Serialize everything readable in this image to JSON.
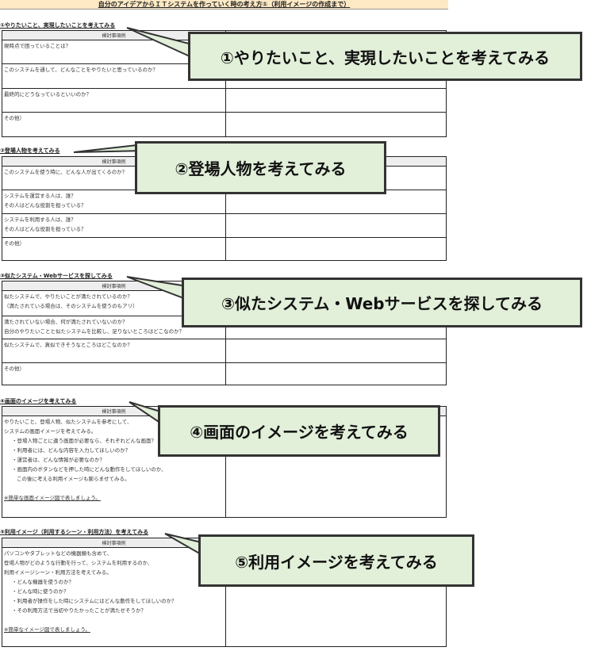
{
  "title": "自分のアイデアからＩＴシステムを作っていく時の考え方①（利用イメージの作成まで）",
  "table_header": "検討事項例",
  "sections": [
    {
      "heading": "①やりたいこと、実現したいことを考えてみる",
      "callout": "①やりたいこと、実現したいことを考えてみる",
      "rows": [
        [
          "現時点で困っていることは？"
        ],
        [
          "このシステムを通して、どんなことをやりたいと思っているのか？"
        ],
        [
          "最終的にどうなっているといいのか？"
        ],
        [
          "その他）"
        ]
      ]
    },
    {
      "heading": "②登場人物を考えてみる",
      "callout": "②登場人物を考えてみる",
      "rows": [
        [
          "このシステムを使う時に、どんな人が出てくるのか？"
        ],
        [
          "システムを運営する人は、誰？",
          "その人はどんな役割を担っている？"
        ],
        [
          "システムを利用する人は、誰？",
          "その人はどんな役割を担っている？"
        ],
        [
          "その他）"
        ]
      ]
    },
    {
      "heading": "③似たシステム・Webサービスを探してみる",
      "callout": "③似たシステム・Webサービスを探してみる",
      "rows": [
        [
          "似たシステムで、やりたいことが満たされているのか？",
          "（満たされている場合は、そのシステムを使うのもアリ）"
        ],
        [
          "満たされていない場合、何が満たされていないのか？",
          "自分のやりたいことと似たシステムを比較し、足りないところはどこなのか？"
        ],
        [
          "似たシステムで、真似できそうなところはどこなのか？"
        ],
        [
          "その他）"
        ]
      ]
    },
    {
      "heading": "④画面のイメージを考えてみる",
      "callout": "④画面のイメージを考えてみる",
      "lines": [
        "やりたいこと、登場人物、似たシステムを参考にして、",
        "システムの画面イメージを考えてみる。",
        "・登場人物ごとに違う画面が必要なら、それぞれどんな画面？",
        "・利用者には、どんな内容を入力してほしいのか？",
        "・運営者は、どんな情報が必要なのか？",
        "・画面内のボタンなどを押した時にどんな動作をしてほしいのか、",
        "この後に考える利用イメージも膨らませてみる。"
      ],
      "note": "※簡単な画面イメージ図で表しましょう。"
    },
    {
      "heading": "⑤利用イメージ（利用するシーン・利用方法）を考えてみる",
      "callout": "⑤利用イメージを考えてみる",
      "lines": [
        "パソコンやタブレットなどの機器類も含めて、",
        "登場人物がどのような行動を行って、システムを利用するのか、",
        "利用イメージシーン・利用方法を考えてみる。",
        "・どんな機器を使うのか？",
        "・どんな時に使うのか？",
        "・利用者が操作をした時にシステムにはどんな動作をしてほしいのか？",
        "・その利用方法で当初やりたかったことが満たせそうか？"
      ],
      "note": "※簡単なイメージ図で表しましょう。"
    }
  ]
}
